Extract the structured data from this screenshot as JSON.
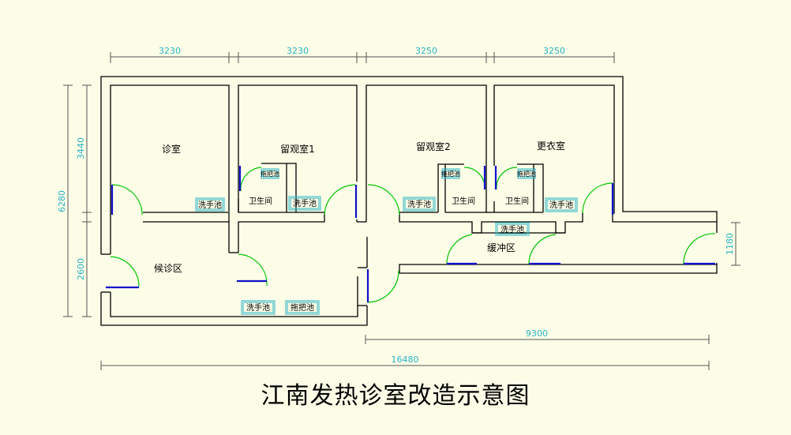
{
  "title": "江南发热诊室改造示意图",
  "dimensions": {
    "top_1": "3230",
    "top_2": "3230",
    "top_3": "3250",
    "top_4": "3250",
    "left_total": "6280",
    "left_upper": "3440",
    "left_lower": "2600",
    "right": "1180",
    "bottom_partial": "9300",
    "bottom_total": "16480"
  },
  "rooms": {
    "consulting": "诊室",
    "observation_1": "留观室1",
    "observation_2": "留观室2",
    "changing": "更衣室",
    "waiting": "候诊区",
    "buffer": "缓冲区",
    "toilet": "卫生间"
  },
  "fixtures": {
    "sink": "洗手池",
    "mop_sink": "拖把池",
    "mop_small": "拖把池"
  },
  "colors": {
    "background": "#fcfde7",
    "dimension": "#29b3c4",
    "door": "#00c400",
    "frame": "#1010cc",
    "fixture_box": "#29b3c4",
    "wall": "#000000"
  }
}
